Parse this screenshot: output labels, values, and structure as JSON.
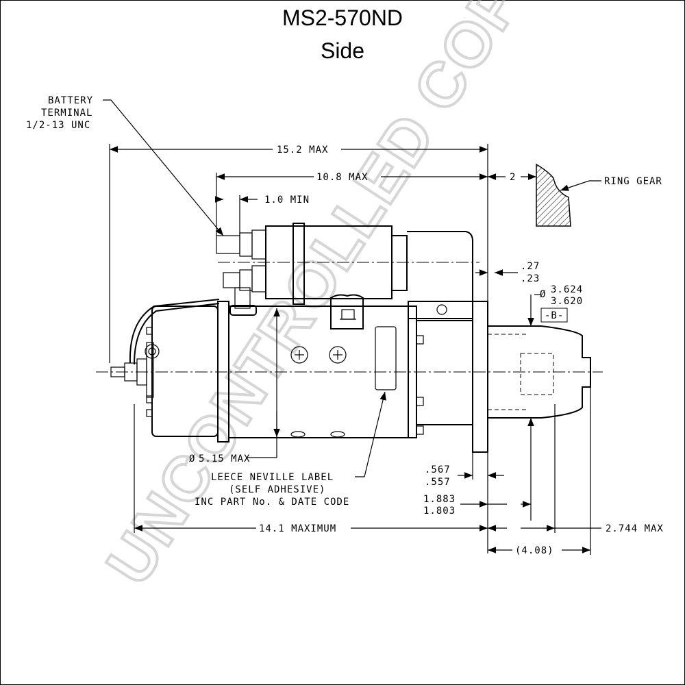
{
  "title": "MS2-570ND",
  "subtitle": "Side",
  "watermark": "UNCONTROLLED COPY",
  "labels": {
    "battery_line1": "BATTERY",
    "battery_line2": "TERMINAL",
    "battery_line3": "1/2-13 UNC",
    "ring_gear": "RING GEAR",
    "leece_line1": "LEECE NEVILLE LABEL",
    "leece_line2": "(SELF ADHESIVE)",
    "leece_line3": "INC PART No. & DATE CODE",
    "datum_b": "-B-"
  },
  "dimensions": {
    "overall_max": "15.2 MAX",
    "solenoid_max": "10.8 MAX",
    "min_10": "1.0 MIN",
    "gear_gap": "2",
    "flange_upper": ".27",
    "flange_lower": ".23",
    "pilot_dia_upper": "3.624",
    "pilot_dia_lower": "3.620",
    "body_dia": "5.15 MAX",
    "pilot_upper": ".567",
    "pilot_lower": ".557",
    "nose_upper": "1.883",
    "nose_lower": "1.803",
    "body_length": "14.1 MAXIMUM",
    "nose_max": "2.744 MAX",
    "ref_len": "(4.08)"
  },
  "symbols": {
    "diameter": "Ø"
  }
}
